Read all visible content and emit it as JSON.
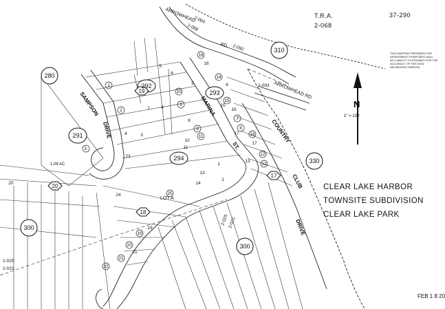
{
  "header": {
    "tra_label": "T.R.A.",
    "tra_code": "2-068",
    "map_number": "37-290"
  },
  "disclaimer": "THIS MAPPING PREPARED FOR ASSESSMENT PURPOSES ONLY. NO LIABILITY IS ASSUMED FOR THE ACCURACY OF THE DATA DELINEATED HEREON.",
  "north_arrow": {
    "letter": "N",
    "scale": "1\" = 100'"
  },
  "legend": {
    "line1": "CLEAR LAKE HARBOR",
    "line2": "TOWNSITE SUBDIVISION",
    "line3": "CLEAR LAKE PARK"
  },
  "stamp": "FEB 1 8 20",
  "streets": {
    "arrowhead_top": "ARROWHEAD",
    "rd": "RD",
    "arrowhead_rd": "ARROWHEAD RD",
    "sampson": "SAMPSON",
    "drive": "DRIVE",
    "marina": "MARINA",
    "st": "ST.",
    "country": "COUNTRY",
    "club": "CLUB",
    "club_drive": "DRIVE",
    "lot_a": "LOT A",
    "acreage": "1.08 AC"
  },
  "tra_codes": {
    "t1": "2-064",
    "t2": "2-068",
    "t3": "2-092",
    "t4": "2-093",
    "t5": "2-025",
    "t6": "2-021",
    "t7": "2-025",
    "t8": "2-021"
  },
  "blocks": {
    "b280": "280",
    "b310": "310",
    "b292": "292",
    "b293": "293",
    "b291": "291",
    "b294": "294",
    "b330": "330",
    "b300a": "300",
    "b300b": "300"
  },
  "hexes": {
    "h20": "20",
    "h17": "17",
    "h18": "18",
    "h19": "19"
  },
  "parcels": {
    "p1": "1",
    "p2": "2",
    "p3": "3",
    "p4": "4",
    "p5": "5",
    "p6": "6",
    "p7": "7",
    "p8": "8",
    "p9": "9",
    "p10": "10",
    "p11": "11",
    "p12": "12",
    "p13": "13",
    "p14": "14",
    "p15": "15",
    "p16": "16",
    "p17": "17",
    "p18": "18",
    "p19": "19",
    "p20": "20",
    "p21": "21",
    "p22": "22",
    "p23": "23",
    "p24": "24",
    "p25": "25",
    "q1": "1",
    "q2": "2",
    "q3": "3",
    "q4": "4",
    "q5": "5",
    "q6": "6",
    "q7": "7",
    "q8": "8",
    "q9": "9",
    "q10": "10",
    "q11": "11",
    "q12": "12",
    "q13": "13",
    "q14": "14",
    "q15": "15",
    "q16": "16",
    "q17": "17",
    "q18": "18",
    "q19": "19",
    "q20": "20",
    "q21": "21"
  }
}
